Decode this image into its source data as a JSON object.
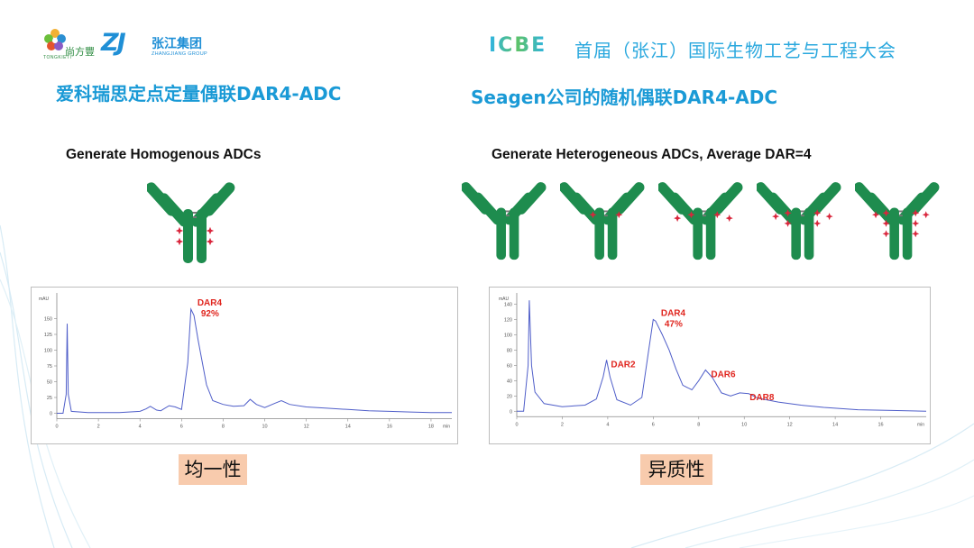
{
  "header": {
    "logo1_text": "尚方豐",
    "logo1_sub": "TONGKIETI",
    "logo2_mark": "ZJ",
    "logo2_cn": "张江集团",
    "logo2_en": "ZHANGJIANG GROUP",
    "conf_logo": "ICBE",
    "conf_title": "首届（张江）国际生物工艺与工程大会"
  },
  "left": {
    "section_title": "爱科瑞思定点定量偶联DAR4-ADC",
    "subtitle": "Generate Homogenous ADCs",
    "tag": "均一性"
  },
  "right": {
    "section_title": "Seagen公司的随机偶联DAR4-ADC",
    "subtitle": "Generate Heterogeneous ADCs, Average DAR=4",
    "tag": "异质性"
  },
  "colors": {
    "antibody": "#1e8c4e",
    "drug": "#d9263c",
    "title_blue": "#1a9ad6",
    "trace": "#4f5ec9",
    "tag_bg": "#f8cbad"
  },
  "chart_data": [
    {
      "type": "line",
      "title": "",
      "xlabel": "",
      "ylabel": "mAU",
      "xlim": [
        0,
        19
      ],
      "ylim": [
        -15,
        185
      ],
      "x_ticks": [
        0,
        2,
        4,
        6,
        8,
        10,
        12,
        14,
        16,
        18
      ],
      "y_ticks": [
        0,
        25,
        50,
        75,
        100,
        125,
        150
      ],
      "x_unit_label": "min",
      "series": [
        {
          "x": [
            0,
            0.3,
            0.45,
            0.5,
            0.55,
            0.7,
            1.5,
            3.0,
            4.0,
            4.3,
            4.5,
            4.8,
            5.0,
            5.4,
            5.7,
            6.0,
            6.3,
            6.45,
            6.6,
            6.8,
            7.0,
            7.2,
            7.5,
            8.0,
            8.5,
            9.0,
            9.3,
            9.6,
            10.0,
            10.5,
            10.8,
            11.2,
            12,
            13,
            14,
            15,
            16,
            17,
            18,
            19
          ],
          "y": [
            0,
            0,
            30,
            142,
            30,
            3,
            1,
            1,
            3,
            7,
            11,
            5,
            4,
            12,
            10,
            6,
            80,
            165,
            155,
            115,
            80,
            45,
            20,
            14,
            11,
            12,
            22,
            14,
            9,
            16,
            20,
            14,
            10,
            8,
            6,
            4,
            3,
            2,
            1,
            1
          ]
        }
      ],
      "annotations": [
        {
          "label": "DAR4",
          "value": "92%",
          "x": 6.5
        }
      ]
    },
    {
      "type": "line",
      "title": "",
      "xlabel": "",
      "ylabel": "mAU",
      "xlim": [
        0,
        18
      ],
      "ylim": [
        -15,
        150
      ],
      "x_ticks": [
        0,
        2,
        4,
        6,
        8,
        10,
        12,
        14,
        16
      ],
      "y_ticks": [
        0,
        20,
        40,
        60,
        80,
        100,
        120,
        140
      ],
      "x_unit_label": "min",
      "series": [
        {
          "x": [
            0,
            0.3,
            0.5,
            0.55,
            0.65,
            0.8,
            1.2,
            2.0,
            3.0,
            3.5,
            3.8,
            3.95,
            4.1,
            4.4,
            5.0,
            5.5,
            5.8,
            6.0,
            6.1,
            6.4,
            6.7,
            7.0,
            7.3,
            7.7,
            8.0,
            8.3,
            8.6,
            9.0,
            9.4,
            9.8,
            10.2,
            10.6,
            11.5,
            12.5,
            13.5,
            15,
            16.5,
            18
          ],
          "y": [
            0,
            0,
            60,
            145,
            60,
            25,
            10,
            6,
            8,
            16,
            45,
            67,
            45,
            15,
            8,
            18,
            80,
            120,
            118,
            100,
            80,
            55,
            34,
            28,
            40,
            54,
            44,
            24,
            20,
            24,
            23,
            17,
            12,
            8,
            5,
            2,
            1,
            0
          ]
        }
      ],
      "annotations": [
        {
          "label": "DAR2",
          "value": "",
          "x": 3.9
        },
        {
          "label": "DAR4",
          "value": "47%",
          "x": 6.1
        },
        {
          "label": "DAR6",
          "value": "",
          "x": 8.3
        },
        {
          "label": "DAR8",
          "value": "",
          "x": 10.0
        }
      ]
    }
  ]
}
